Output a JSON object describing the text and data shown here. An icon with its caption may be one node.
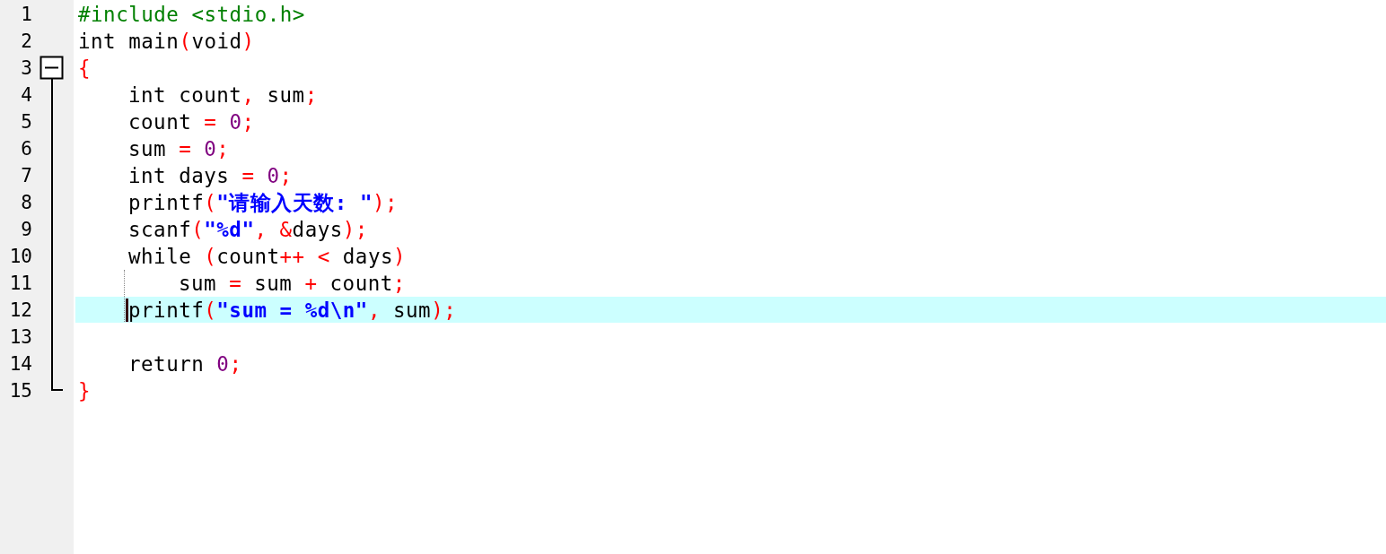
{
  "diagram": {
    "labels": [
      "1",
      "#include <stdio.h>",
      "2",
      "int main(void)",
      "3",
      "{",
      "4",
      "int count, sum;",
      "5",
      "count = 0;",
      "6",
      "sum = 0;",
      "7",
      "int days = 0;",
      "8",
      "printf(\"请输入天数: \");",
      "9",
      "scanf(\"%d\", &days);",
      "10",
      "while (count++ < days)",
      "11",
      "sum = sum + count;",
      "12",
      "printf(\"sum = %d\\n\", sum);",
      "13",
      "14",
      "return 0;",
      "15",
      "}"
    ]
  }
}
